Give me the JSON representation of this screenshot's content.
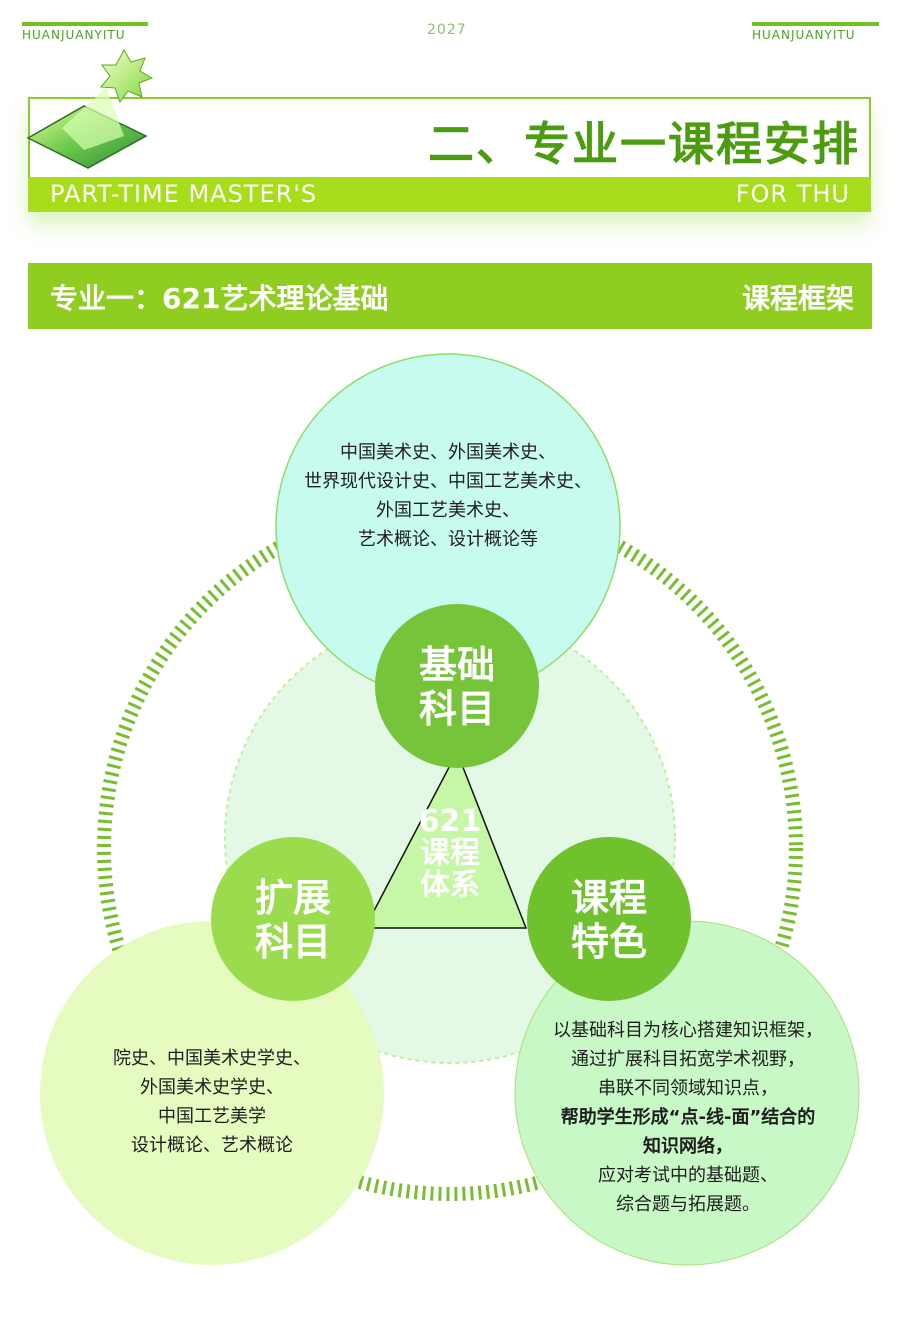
{
  "top": {
    "brand_left": "HUANJUANYITU",
    "brand_right": "HUANJUANYITU",
    "year": "2027"
  },
  "header": {
    "title": "二、专业一课程安排",
    "band_left": "PART-TIME MASTER'S",
    "band_right": "FOR THU"
  },
  "section": {
    "left": "专业一：621艺术理论基础",
    "right": "课程框架"
  },
  "diagram": {
    "center_lines": [
      "621",
      "课程",
      "体系"
    ],
    "basic": {
      "badge": [
        "基础",
        "科目"
      ],
      "lines": [
        "中国美术史、外国美术史、",
        "世界现代设计史、中国工艺美术史、",
        "外国工艺美术史、",
        "艺术概论、设计概论等"
      ]
    },
    "extend": {
      "badge": [
        "扩展",
        "科目"
      ],
      "lines": [
        "院史、中国美术史学史、",
        "外国美术史学史、",
        "中国工艺美学",
        "设计概论、艺术概论"
      ]
    },
    "feature": {
      "badge": [
        "课程",
        "特色"
      ],
      "lines": [
        "以基础科目为核心搭建知识框架，",
        "通过扩展科目拓宽学术视野，",
        "串联不同领域知识点，"
      ],
      "bold_lines": [
        "帮助学生形成“点-线-面”结合的",
        "知识网络，"
      ],
      "tail_lines": [
        "应对考试中的基础题、",
        "综合题与拓展题。"
      ]
    }
  },
  "colors": {
    "accent": "#90cd21",
    "title_green": "#4c9c12",
    "badge_green": "#7cc73a",
    "top_circle": "#c8fbef",
    "left_circle": "#e6fbc0",
    "right_circle": "#c7f8c6"
  }
}
